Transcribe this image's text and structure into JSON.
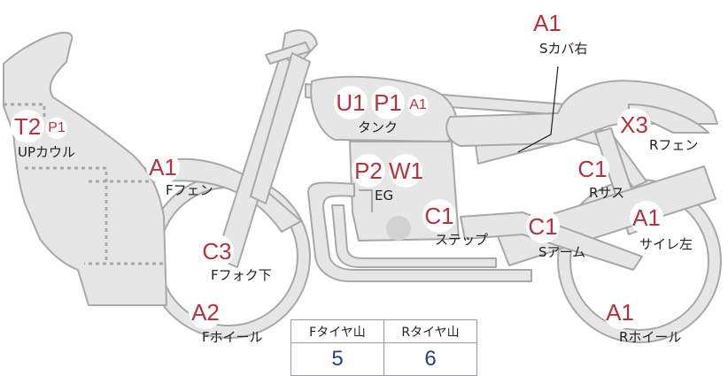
{
  "parts": [
    {
      "id": "s-cover-right",
      "label": "Sカバ右",
      "grades": [
        {
          "text": "A1",
          "size": "big"
        }
      ]
    },
    {
      "id": "up-cowl",
      "label": "UPカウル",
      "grades": [
        {
          "text": "T2",
          "size": "big"
        },
        {
          "text": "P1",
          "size": "small"
        }
      ]
    },
    {
      "id": "tank",
      "label": "タンク",
      "grades": [
        {
          "text": "U1",
          "size": "big"
        },
        {
          "text": "P1",
          "size": "big"
        },
        {
          "text": "A1",
          "size": "small"
        }
      ]
    },
    {
      "id": "r-fender",
      "label": "Rフェン",
      "grades": [
        {
          "text": "X3",
          "size": "big"
        }
      ]
    },
    {
      "id": "f-fender",
      "label": "Fフェン",
      "grades": [
        {
          "text": "A1",
          "size": "big"
        }
      ]
    },
    {
      "id": "eg",
      "label": "EG",
      "grades": [
        {
          "text": "P2",
          "size": "big"
        },
        {
          "text": "W1",
          "size": "big"
        }
      ]
    },
    {
      "id": "r-suspension",
      "label": "Rサス",
      "grades": [
        {
          "text": "C1",
          "size": "big"
        }
      ]
    },
    {
      "id": "step",
      "label": "ステップ",
      "grades": [
        {
          "text": "C1",
          "size": "big"
        }
      ]
    },
    {
      "id": "s-arm",
      "label": "Sアーム",
      "grades": [
        {
          "text": "C1",
          "size": "big"
        }
      ]
    },
    {
      "id": "silencer-left",
      "label": "サイレ左",
      "grades": [
        {
          "text": "A1",
          "size": "big"
        }
      ]
    },
    {
      "id": "f-fork-lower",
      "label": "Fフォク下",
      "grades": [
        {
          "text": "C3",
          "size": "big"
        }
      ]
    },
    {
      "id": "f-wheel",
      "label": "Fホイール",
      "grades": [
        {
          "text": "A2",
          "size": "big"
        }
      ]
    },
    {
      "id": "r-wheel",
      "label": "Rホイール",
      "grades": [
        {
          "text": "A1",
          "size": "big"
        }
      ]
    }
  ],
  "tire_table": {
    "headers": [
      "Fタイヤ山",
      "Rタイヤ山"
    ],
    "values": [
      "5",
      "6"
    ]
  },
  "colors": {
    "part_fill": "#e6e6e6",
    "part_stroke": "#a8a8a8",
    "grade_text": "#b5333f",
    "table_value": "#2b3e8a"
  }
}
